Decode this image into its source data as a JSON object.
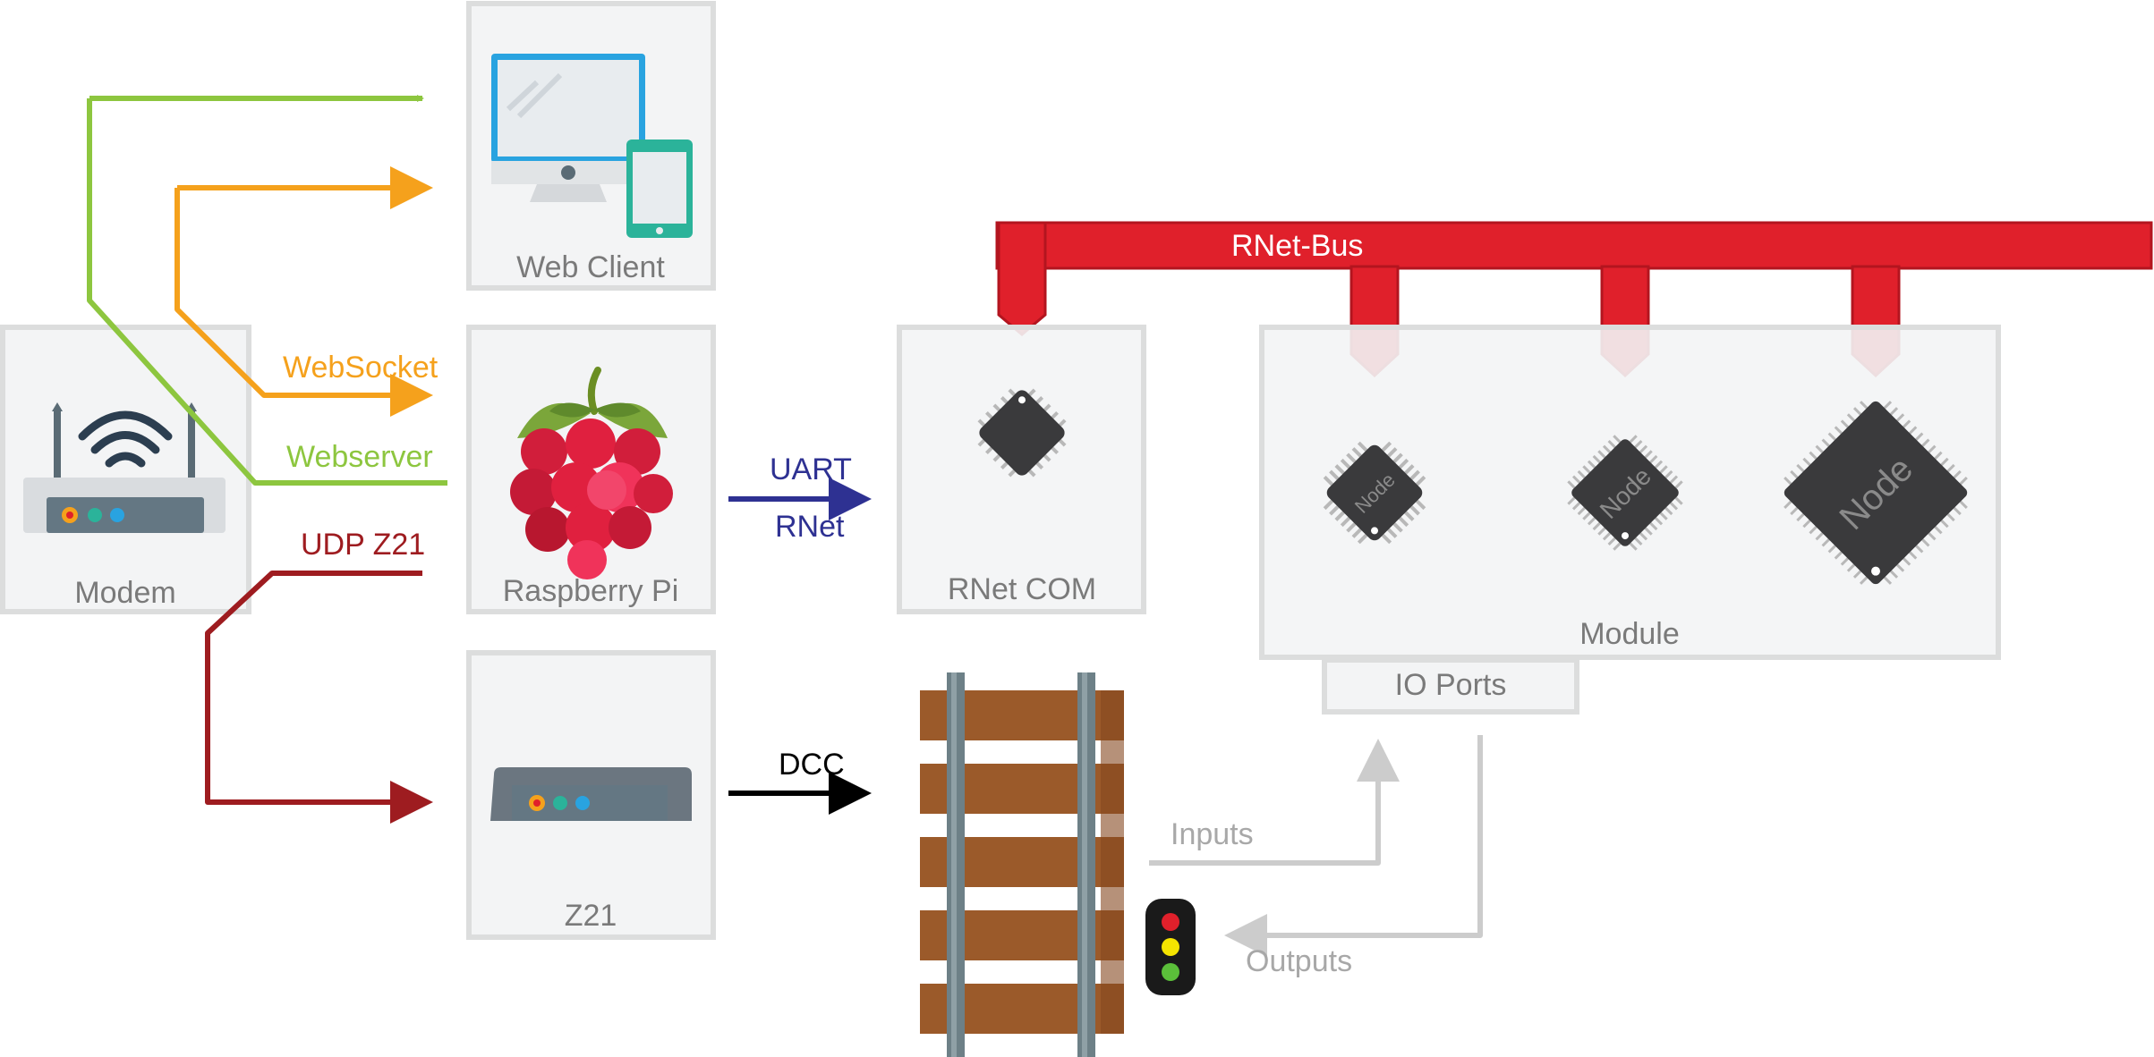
{
  "colors": {
    "websocket": "#f5a11c",
    "webserver": "#8dc63f",
    "udp": "#9e1c20",
    "uart": "#2e3192",
    "dcc": "#000000",
    "rnet_bus": "#e0202b",
    "io": "#cccccc",
    "box_fill": "#f3f4f5",
    "box_stroke": "#dcdddd",
    "label_gray": "#7a7a7a",
    "chip": "#3a3a3c",
    "tie": "#9b5a2a",
    "rail": "#6d8087"
  },
  "nodes": {
    "modem": "Modem",
    "web_client": "Web Client",
    "raspberry_pi": "Raspberry Pi",
    "z21": "Z21",
    "rnet_com": "RNet COM",
    "module": "Module",
    "io_ports": "IO Ports"
  },
  "connections": {
    "websocket": "WebSocket",
    "webserver": "Webserver",
    "udp_z21": "UDP Z21",
    "uart": "UART",
    "rnet": "RNet",
    "dcc": "DCC",
    "rnet_bus": "RNet-Bus",
    "inputs": "Inputs",
    "outputs": "Outputs"
  },
  "chip_labels": {
    "node_small": "Node",
    "node_medium": "Node",
    "node_large": "Node"
  },
  "icons": {
    "modem": "router-icon",
    "web_client": "desktop-tablet-icon",
    "raspberry_pi": "raspberry-icon",
    "z21": "command-station-icon",
    "track": "railway-track-icon",
    "signal": "traffic-signal-icon"
  }
}
